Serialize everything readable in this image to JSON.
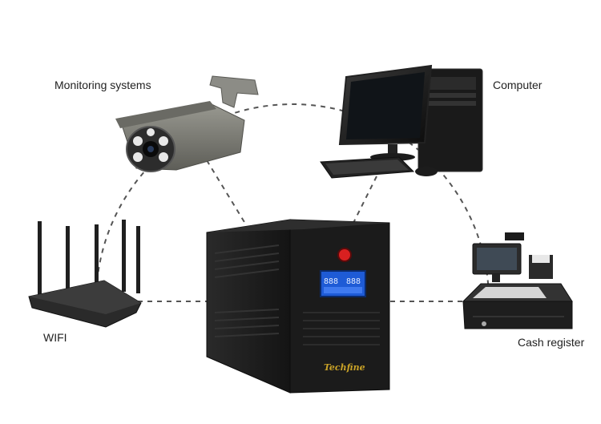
{
  "labels": {
    "monitoring": "Monitoring systems",
    "computer": "Computer",
    "wifi": "WIFI",
    "cash_register": "Cash register"
  },
  "ups": {
    "brand": "Techfine",
    "lcd_left": "888",
    "lcd_right": "888"
  },
  "colors": {
    "connector": "#555555",
    "ups_body": "#1b1b1b",
    "lcd": "#1e5bd6",
    "brand_gold": "#c9a227",
    "power_button": "#d92020"
  },
  "icons": [
    "camera-icon",
    "computer-icon",
    "router-icon",
    "cash-register-icon",
    "ups-icon"
  ]
}
